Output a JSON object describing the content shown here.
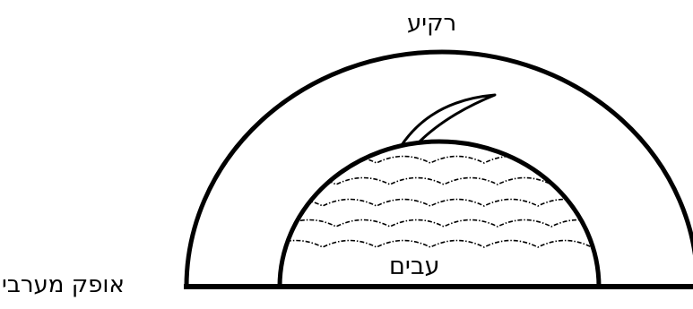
{
  "labels": {
    "sky": "רקיע",
    "clouds": "עבים",
    "western_horizon": "אופק מערבי"
  },
  "colors": {
    "ink": "#000000",
    "background": "#ffffff"
  }
}
